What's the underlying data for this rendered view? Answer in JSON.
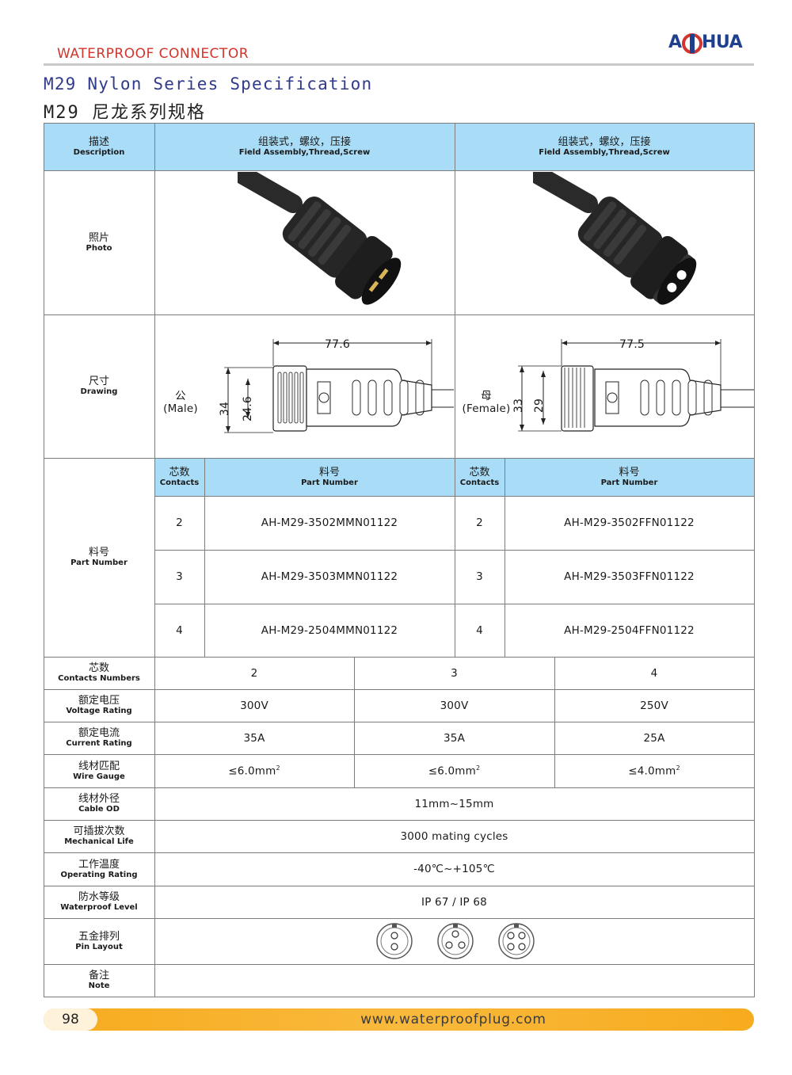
{
  "header": {
    "category": "WATERPROOF CONNECTOR",
    "logo_text": "A HUA",
    "logo_left": "A",
    "logo_right": "HUA",
    "title_en": "M29 Nylon Series Specification",
    "title_cn": "M29 尼龙系列规格"
  },
  "table": {
    "description": {
      "label_cn": "描述",
      "label_en": "Description",
      "male_cn": "组装式，螺纹，压接",
      "male_en": "Field Assembly,Thread,Screw",
      "female_cn": "组装式，螺纹，压接",
      "female_en": "Field Assembly,Thread,Screw"
    },
    "photo": {
      "label_cn": "照片",
      "label_en": "Photo"
    },
    "drawing": {
      "label_cn": "尺寸",
      "label_en": "Drawing",
      "male_cn": "公",
      "male_en": "(Male)",
      "male_length": "77.6",
      "male_d1": "34",
      "male_d2": "24.6",
      "female_cn": "母",
      "female_en": "(Female)",
      "female_length": "77.5",
      "female_d1": "33",
      "female_d2": "29"
    },
    "part_numbers": {
      "label_cn": "料号",
      "label_en": "Part Number",
      "contacts_cn": "芯数",
      "contacts_en": "Contacts",
      "pn_cn": "料号",
      "pn_en": "Part Number",
      "rows": [
        {
          "contacts": "2",
          "male": "AH-M29-3502MMN01122",
          "female": "AH-M29-3502FFN01122"
        },
        {
          "contacts": "3",
          "male": "AH-M29-3503MMN01122",
          "female": "AH-M29-3503FFN01122"
        },
        {
          "contacts": "4",
          "male": "AH-M29-2504MMN01122",
          "female": "AH-M29-2504FFN01122"
        }
      ]
    },
    "contacts_numbers": {
      "label_cn": "芯数",
      "label_en": "Contacts Numbers",
      "values": [
        "2",
        "3",
        "4"
      ]
    },
    "voltage": {
      "label_cn": "额定电压",
      "label_en": "Voltage Rating",
      "values": [
        "300V",
        "300V",
        "250V"
      ]
    },
    "current": {
      "label_cn": "额定电流",
      "label_en": "Current Rating",
      "values": [
        "35A",
        "35A",
        "25A"
      ]
    },
    "wire_gauge": {
      "label_cn": "线材匹配",
      "label_en": "Wire Gauge",
      "values": [
        "≤6.0mm",
        "≤6.0mm",
        "≤4.0mm"
      ],
      "unit_sup": "2"
    },
    "cable_od": {
      "label_cn": "线材外径",
      "label_en": "Cable OD",
      "value": "11mm~15mm"
    },
    "mechanical_life": {
      "label_cn": "可插拔次数",
      "label_en": "Mechanical Life",
      "value": "3000 mating cycles"
    },
    "operating": {
      "label_cn": "工作温度",
      "label_en": "Operating Rating",
      "value": "-40℃~+105℃"
    },
    "waterproof": {
      "label_cn": "防水等级",
      "label_en": "Waterproof Level",
      "value": "IP 67 / IP 68"
    },
    "pin_layout": {
      "label_cn": "五金排列",
      "label_en": "Pin Layout",
      "pins": [
        2,
        3,
        4
      ]
    },
    "note": {
      "label_cn": "备注",
      "label_en": "Note"
    }
  },
  "footer": {
    "page": "98",
    "website": "www.waterproofplug.com"
  },
  "colors": {
    "accent_red": "#d2352b",
    "header_blue": "#a9dcf6",
    "footer_orange": "#f7ab1e",
    "title_blue": "#2f3a8c"
  }
}
